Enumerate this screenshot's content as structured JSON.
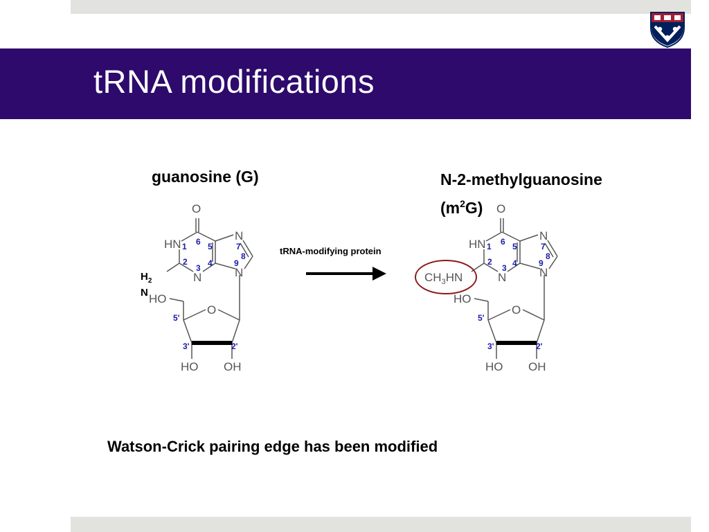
{
  "slide": {
    "title": "tRNA modifications",
    "left_heading": "guanosine (G)",
    "right_heading_line1": "N-2-methylguanosine",
    "right_heading_open": "(m",
    "right_heading_sup": "2",
    "right_heading_close": "G)",
    "arrow_label": "tRNA-modifying protein",
    "caption": "Watson-Crick pairing edge has been modified",
    "amino_label_top": "H",
    "amino_label_sub": "2",
    "amino_label_bottom": "N"
  },
  "molecule_left": {
    "atoms": {
      "o_top": "O",
      "hn": "HN",
      "n7": "N",
      "n3": "N",
      "n9": "N",
      "ho5": "HO",
      "o_ring": "O",
      "ho3": "HO",
      "oh2": "OH"
    },
    "ring_numbers": [
      "1",
      "6",
      "5",
      "7",
      "8",
      "2",
      "3",
      "4",
      "9"
    ],
    "sugar_numbers": [
      "5'",
      "3'",
      "2'"
    ]
  },
  "molecule_right": {
    "atoms": {
      "o_top": "O",
      "hn": "HN",
      "n7": "N",
      "n3": "N",
      "n9": "N",
      "methylamino": "CH3HN",
      "ch": "CH",
      "sub3": "3",
      "hn_part": "HN",
      "ho5": "HO",
      "o_ring": "O",
      "ho3": "HO",
      "oh2": "OH"
    },
    "ring_numbers": [
      "1",
      "6",
      "5",
      "7",
      "8",
      "2",
      "3",
      "4",
      "9"
    ],
    "sugar_numbers": [
      "5'",
      "3'",
      "2'"
    ]
  },
  "colors": {
    "banner": "#2d0a6b",
    "bars": "#e2e3de",
    "highlight_circle": "#8b1a1a",
    "ring_numbers": "#1a1aaa",
    "shield_red": "#a31f34",
    "shield_blue": "#011f5b"
  },
  "icons": {
    "logo": "penn-shield-logo"
  }
}
